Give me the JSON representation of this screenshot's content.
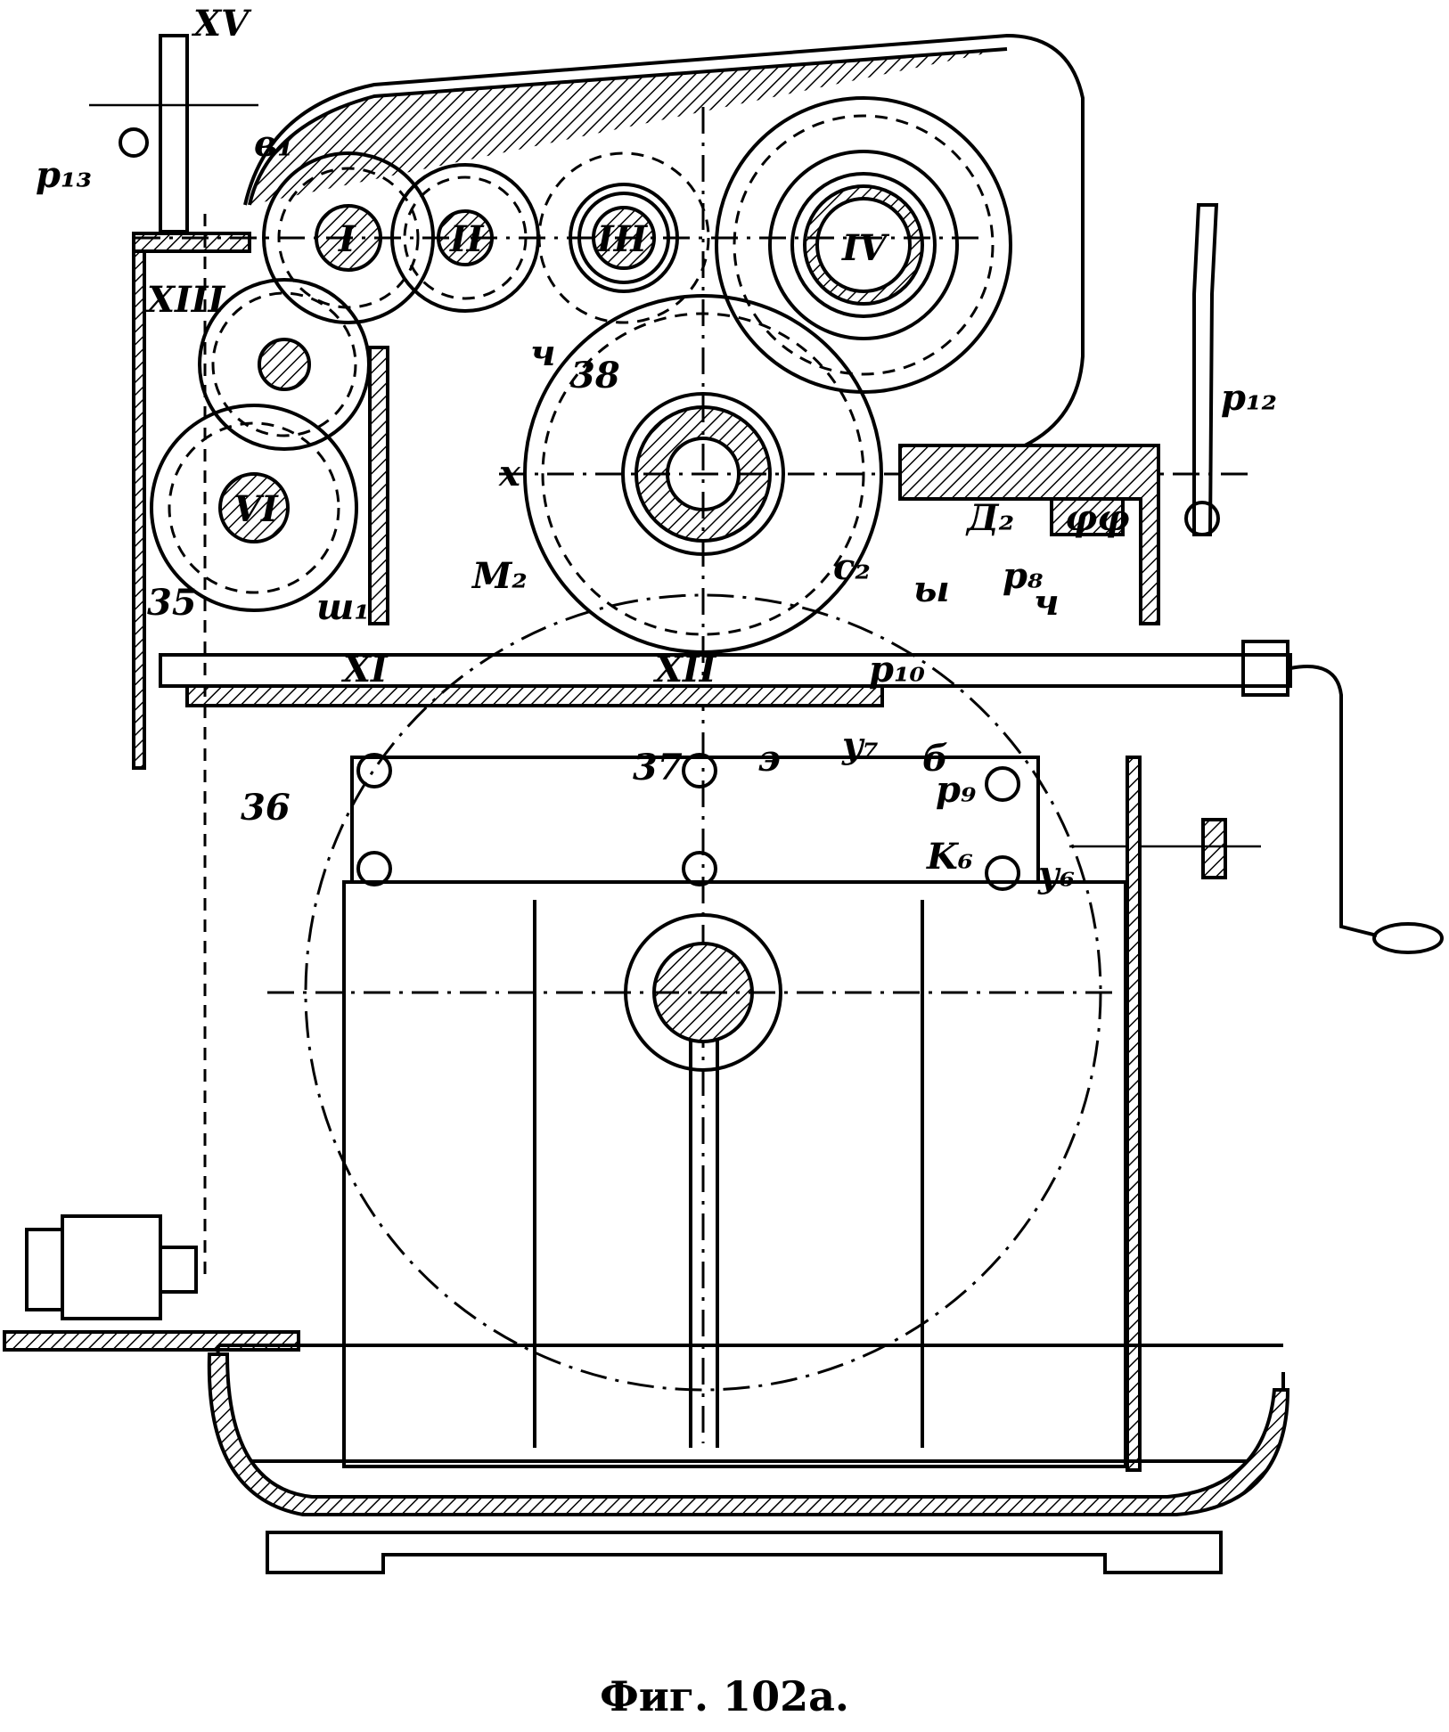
{
  "figure": {
    "caption": "Фиг. 102а.",
    "labels": {
      "shaft_xv": "XV",
      "p13": "p₁₃",
      "v1": "в₁",
      "shaft_i": "I",
      "shaft_ii": "II",
      "shaft_iii": "III",
      "shaft_iv": "IV",
      "shaft_xiii": "XIII",
      "shaft_vi": "VI",
      "n35": "35",
      "ch_top": "ч",
      "n38": "38",
      "x": "x",
      "p12": "p₁₂",
      "d2": "Д₂",
      "phi": "φφ",
      "c2": "c₂",
      "y_letter": "ы",
      "p8": "p₈",
      "ch_right": "ч",
      "p10": "p₁₀",
      "y7": "у₇",
      "b": "б",
      "n37": "37",
      "e": "э",
      "n36": "36",
      "p9": "p₉",
      "k6": "K₆",
      "y6": "у₆",
      "m2": "M₂",
      "sh1": "ш₁",
      "shaft_xi": "XI",
      "shaft_xii": "XII"
    }
  }
}
